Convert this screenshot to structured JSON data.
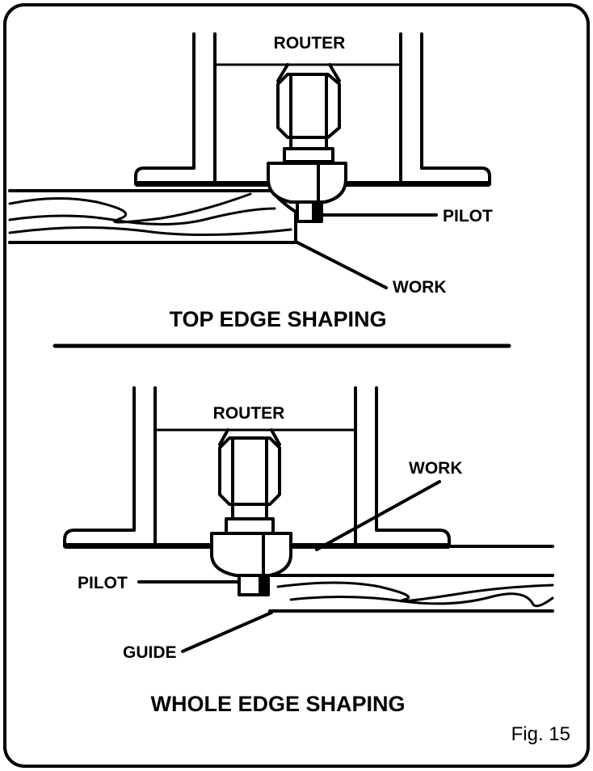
{
  "top_diagram": {
    "router_label": "ROUTER",
    "pilot_label": "PILOT",
    "work_label": "WORK",
    "title": "TOP EDGE SHAPING"
  },
  "bottom_diagram": {
    "router_label": "ROUTER",
    "work_label": "WORK",
    "pilot_label": "PILOT",
    "guide_label": "GUIDE",
    "title": "WHOLE EDGE SHAPING"
  },
  "figure_label": "Fig. 15"
}
